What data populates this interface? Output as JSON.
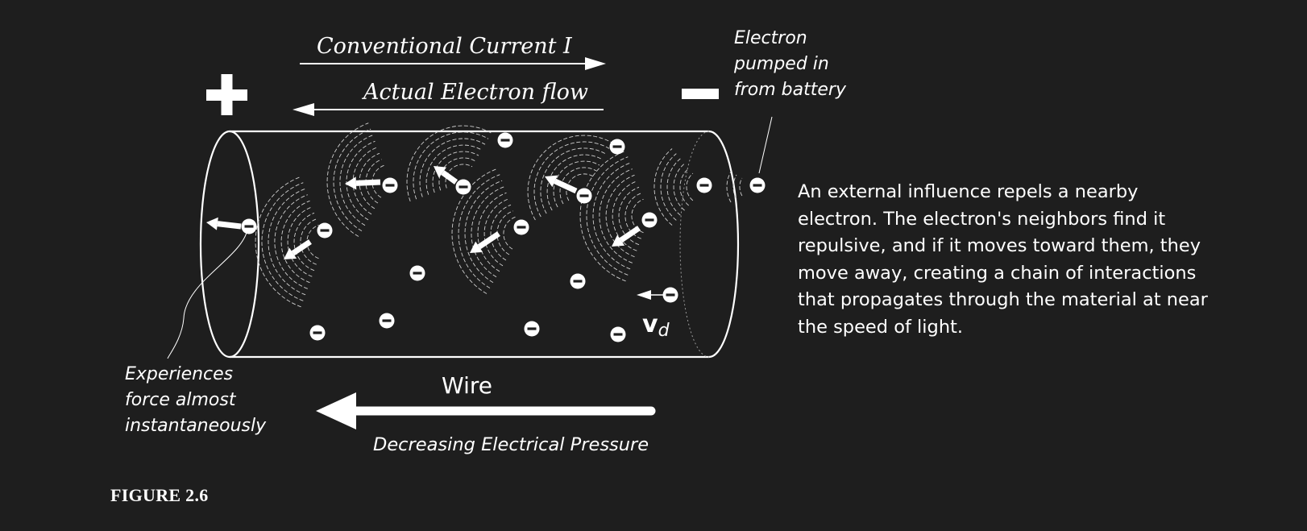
{
  "labels": {
    "conventional_current": "Conventional Current I",
    "actual_electron_flow": "Actual Electron flow",
    "plus_sign": "+",
    "electron_pumped": [
      "Electron",
      "pumped in",
      "from battery"
    ],
    "experiences_force": [
      "Experiences",
      "force almost",
      "instantaneously"
    ],
    "wire": "Wire",
    "decreasing_pressure": "Decreasing Electrical Pressure",
    "drift_velocity_symbol": "v",
    "drift_velocity_subscript": "d",
    "electron_symbol": "−"
  },
  "description": [
    "An external influence repels a nearby",
    "electron.  The electron's neighbors find it",
    "repulsive, and if it moves toward them, they",
    "move away, creating a chain of interactions",
    "that propagates through the material at near",
    "the speed of light."
  ],
  "figure_label": "FIGURE 2.6",
  "colors": {
    "background": "#1e1e1e",
    "foreground": "#ffffff",
    "ripple": "#cfcfcf"
  }
}
